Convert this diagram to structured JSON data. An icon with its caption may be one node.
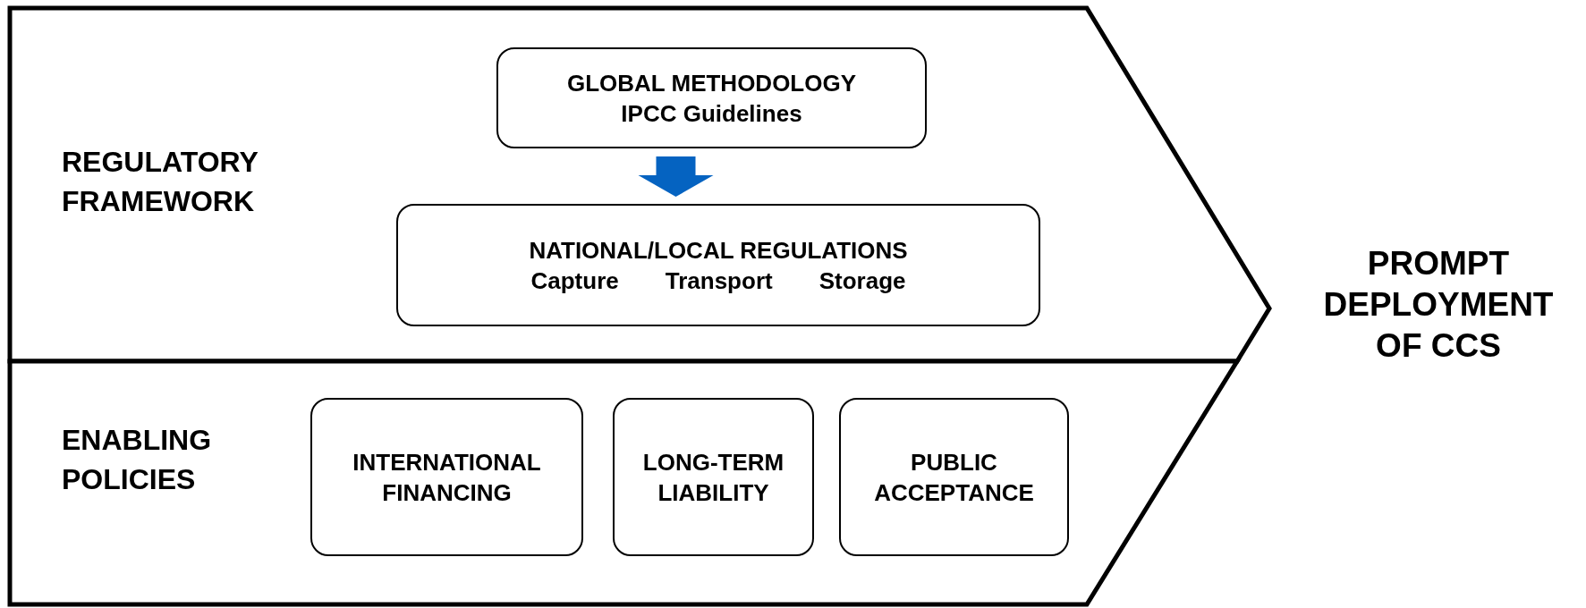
{
  "diagram": {
    "nodes": [
      {
        "text": [
          "REGULATORY FRAMEWORK"
        ]
      },
      {
        "text": [
          "GLOBAL METHODOLOGY",
          "IPCC Guidelines"
        ],
        "in": 0
      },
      {
        "text": [
          "NATIONAL/LOCAL REGULATIONS",
          "Capture",
          "Transport",
          "Storage"
        ],
        "in": 0
      },
      {
        "text": [
          "ENABLING POLICIES"
        ]
      },
      {
        "text": [
          "INTERNATIONAL FINANCING"
        ],
        "in": 3
      },
      {
        "text": [
          "LONG-TERM LIABILITY"
        ],
        "in": 3
      },
      {
        "text": [
          "PUBLIC ACCEPTANCE"
        ],
        "in": 3
      }
    ],
    "edges": [
      {
        "from": 1,
        "to": 2,
        "arrow": "to",
        "style": "thick",
        "color": "#0563c1"
      }
    ],
    "labels": [
      "PROMPT DEPLOYMENT OF CCS"
    ]
  }
}
